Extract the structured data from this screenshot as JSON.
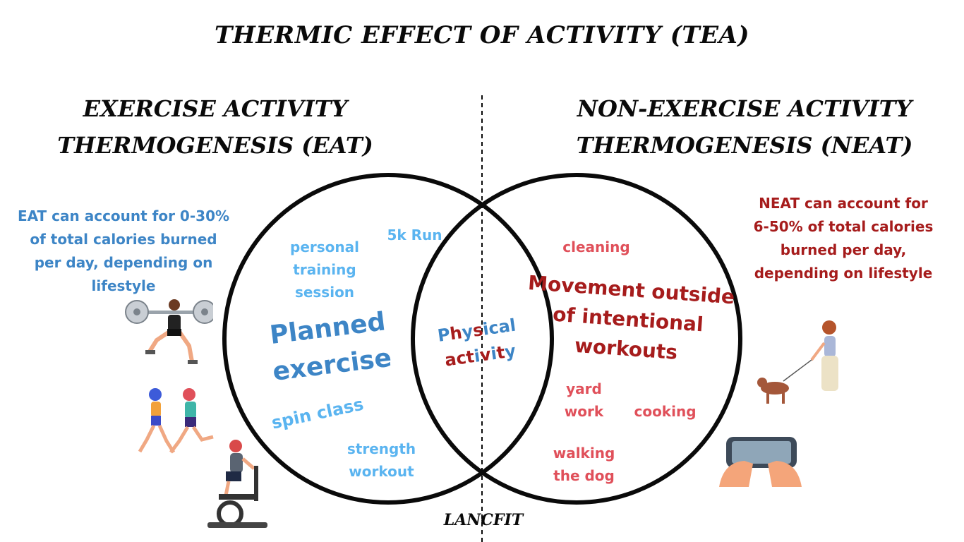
{
  "title": "THERMIC EFFECT OF ACTIVITY (TEA)",
  "left": {
    "heading_line1": "EXERCISE ACTIVITY",
    "heading_line2": "THERMOGENESIS (EAT)",
    "note_lines": [
      "EAT can account for 0-30%",
      "of total calories burned",
      "per day, depending on",
      "lifestyle"
    ],
    "color": "#3d85c6",
    "words": {
      "personal_training": [
        "personal",
        "training",
        "session"
      ],
      "run": "5k Run",
      "planned": [
        "Planned",
        "exercise"
      ],
      "spin": "spin class",
      "strength": [
        "strength",
        "workout"
      ]
    },
    "icons": [
      "weightlifter-illustration",
      "runners-illustration",
      "spin-cyclist-illustration"
    ]
  },
  "right": {
    "heading_line1": "NON-EXERCISE ACTIVITY",
    "heading_line2": "THERMOGENESIS (NEAT)",
    "note_lines": [
      "NEAT can account for",
      "6-50% of total calories",
      "burned per day,",
      "depending on lifestyle"
    ],
    "color": "#a61c1c",
    "words": {
      "cleaning": "cleaning",
      "movement": [
        "Movement outside",
        "of intentional",
        "workouts"
      ],
      "yard": [
        "yard",
        "work"
      ],
      "cooking": "cooking",
      "walking": [
        "walking",
        "the dog"
      ]
    },
    "icons": [
      "dog-walker-illustration",
      "typing-keyboard-illustration"
    ]
  },
  "overlap": {
    "line1_parts": [
      "P",
      "h",
      "y",
      "s",
      "i",
      "c",
      "a",
      "l"
    ],
    "line2_parts": [
      "a",
      "c",
      "t",
      "i",
      "v",
      "i",
      "t",
      "y"
    ]
  },
  "brand": "LANCFIT",
  "colors": {
    "eat_blue": "#3d85c6",
    "eat_light_blue": "#5ab4f0",
    "neat_red": "#a61c1c",
    "neat_pink": "#e0505a",
    "outline": "#0a0a0a"
  }
}
